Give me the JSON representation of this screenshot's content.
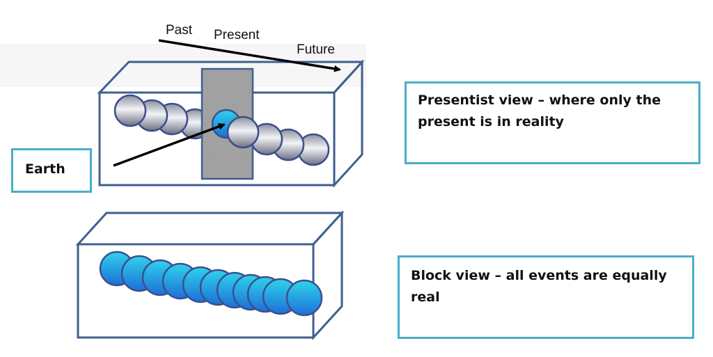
{
  "timeline": {
    "past": "Past",
    "present": "Present",
    "future": "Future"
  },
  "callouts": {
    "presentist": "Presentist view – where only the present is in reality",
    "block": "Block view – all events are equally real",
    "earth": "Earth"
  },
  "colors": {
    "box_outline": "#3f5f8f",
    "callout_border": "#4aaec9",
    "present_slice": "#a3a3a3",
    "earth_cyan": "#1ab4d8",
    "earth_grey": "#c2c5d1",
    "arrow": "#000000"
  }
}
